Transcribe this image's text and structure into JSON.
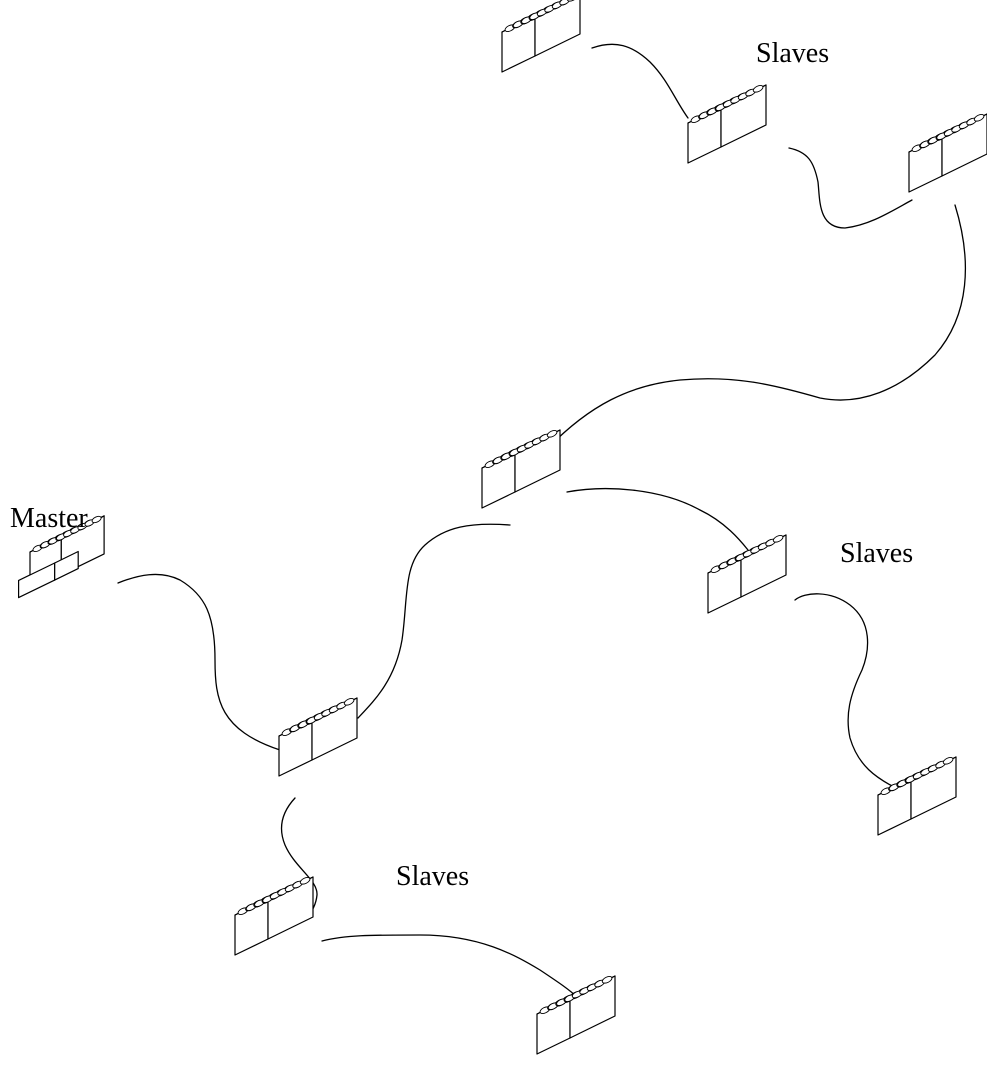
{
  "labels": {
    "master": "Master",
    "slaves_top": "Slaves",
    "slaves_right": "Slaves",
    "slaves_bottom": "Slaves"
  },
  "style": {
    "stroke": "#000000",
    "background": "#ffffff"
  },
  "nodes": [
    {
      "id": "master",
      "role": "master"
    },
    {
      "id": "hub-lower-left",
      "role": "slave"
    },
    {
      "id": "hub-center",
      "role": "slave"
    },
    {
      "id": "slave-top-1",
      "role": "slave"
    },
    {
      "id": "slave-top-2",
      "role": "slave"
    },
    {
      "id": "slave-top-3",
      "role": "slave"
    },
    {
      "id": "slave-right-1",
      "role": "slave"
    },
    {
      "id": "slave-right-2",
      "role": "slave"
    },
    {
      "id": "slave-bottom-1",
      "role": "slave"
    },
    {
      "id": "slave-bottom-2",
      "role": "slave"
    }
  ],
  "links": [
    [
      "master",
      "hub-lower-left"
    ],
    [
      "hub-lower-left",
      "hub-center"
    ],
    [
      "hub-lower-left",
      "slave-bottom-1"
    ],
    [
      "slave-bottom-1",
      "slave-bottom-2"
    ],
    [
      "hub-center",
      "slave-top-3"
    ],
    [
      "slave-top-3",
      "slave-top-2"
    ],
    [
      "slave-top-2",
      "slave-top-1"
    ],
    [
      "hub-center",
      "slave-right-1"
    ],
    [
      "slave-right-1",
      "slave-right-2"
    ]
  ]
}
